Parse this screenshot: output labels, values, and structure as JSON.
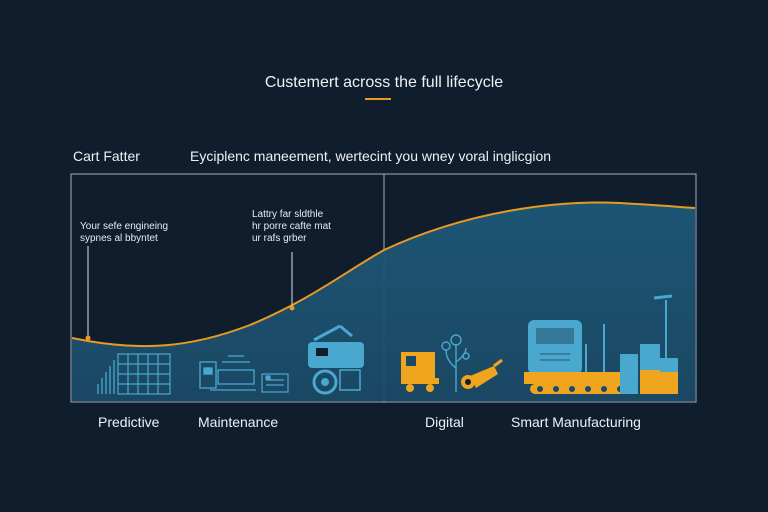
{
  "title": "Custemert across the full lifecycle",
  "headings": {
    "left": "Cart Fatter",
    "right": "Eyciplenc maneement, wertecint you wney voral inglicgion"
  },
  "annotations": [
    {
      "line1": "Your sefe engineing",
      "line2": "sypnes al bbyntet"
    },
    {
      "line1": "Lattry far sldthle",
      "line2": "hr porre cafte mat",
      "line3": "ur rafs grber"
    }
  ],
  "bottom_labels": [
    "Predictive",
    "Maintenance",
    "Digital",
    "Smart Manufacturing"
  ],
  "icons": [
    "bar-chart-icon",
    "grid-panel-icon",
    "machine-icon",
    "control-panel-icon",
    "robot-icon",
    "forklift-icon",
    "sensor-tree-icon",
    "drill-icon",
    "bulldozer-icon",
    "factory-icon"
  ],
  "colors": {
    "background": "#0f1d2c",
    "curve": "#e89a22",
    "fill": "#1f5676",
    "icon_blue": "#4aa8cf",
    "icon_orange": "#f0a51f"
  }
}
